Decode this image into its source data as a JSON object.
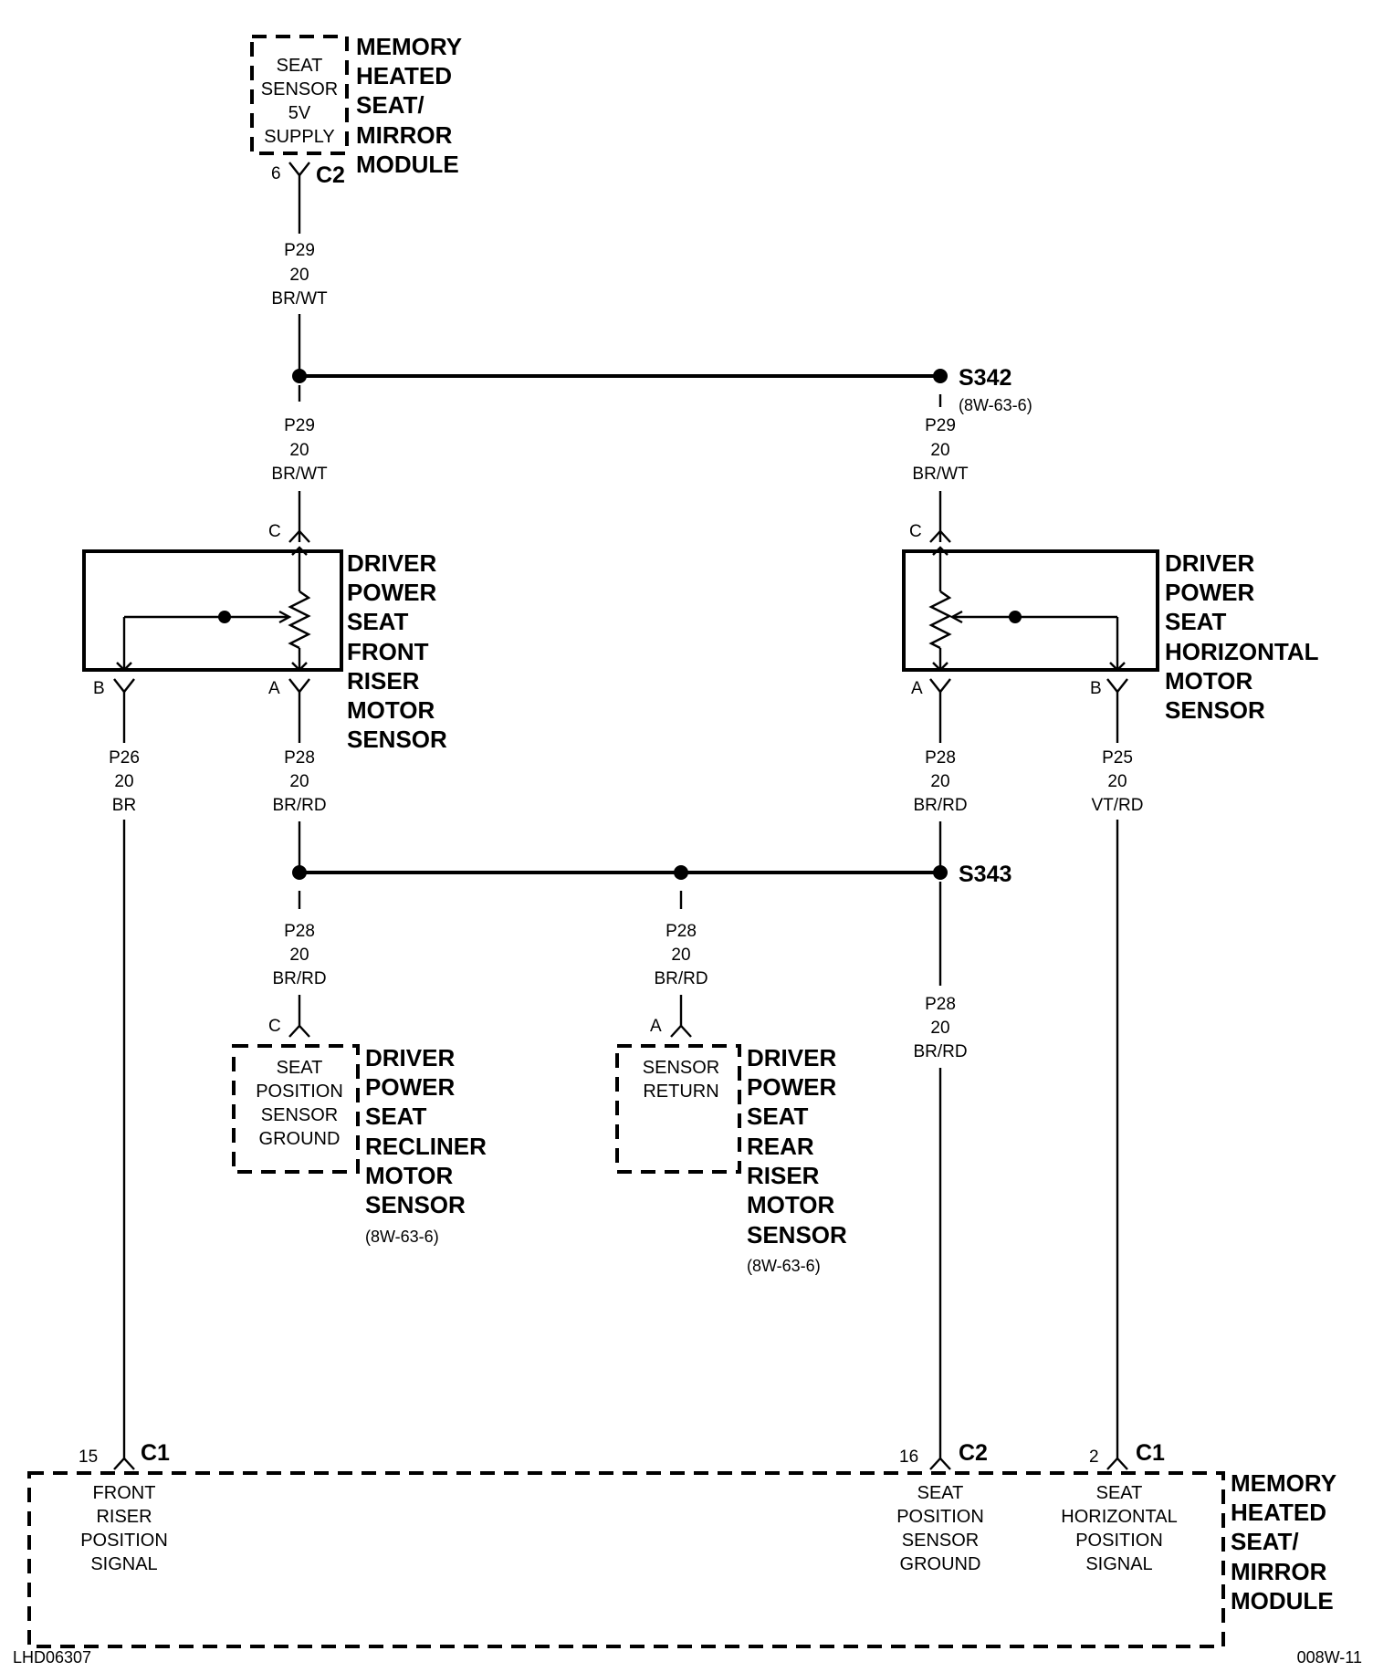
{
  "top_module": {
    "function_lines": [
      "SEAT",
      "SENSOR",
      "5V",
      "SUPPLY"
    ],
    "title_lines": [
      "MEMORY",
      "HEATED",
      "SEAT/",
      "MIRROR",
      "MODULE"
    ],
    "pin": "6",
    "connector": "C2"
  },
  "wires": {
    "p29_top": [
      "P29",
      "20",
      "BR/WT"
    ],
    "p29_left": [
      "P29",
      "20",
      "BR/WT"
    ],
    "p29_right": [
      "P29",
      "20",
      "BR/WT"
    ],
    "p26": [
      "P26",
      "20",
      "BR"
    ],
    "p28_front": [
      "P28",
      "20",
      "BR/RD"
    ],
    "p28_horiz": [
      "P28",
      "20",
      "BR/RD"
    ],
    "p25": [
      "P25",
      "20",
      "VT/RD"
    ],
    "p28_recliner": [
      "P28",
      "20",
      "BR/RD"
    ],
    "p28_rear": [
      "P28",
      "20",
      "BR/RD"
    ],
    "p28_ground": [
      "P28",
      "20",
      "BR/RD"
    ]
  },
  "splices": {
    "s342": {
      "label": "S342",
      "ref": "(8W-63-6)"
    },
    "s343": {
      "label": "S343"
    }
  },
  "front_riser_sensor": {
    "title_lines": [
      "DRIVER",
      "POWER",
      "SEAT",
      "FRONT",
      "RISER",
      "MOTOR",
      "SENSOR"
    ],
    "pin_c": "C",
    "pin_b": "B",
    "pin_a": "A"
  },
  "horizontal_sensor": {
    "title_lines": [
      "DRIVER",
      "POWER",
      "SEAT",
      "HORIZONTAL",
      "MOTOR",
      "SENSOR"
    ],
    "pin_c": "C",
    "pin_a": "A",
    "pin_b": "B"
  },
  "recliner_sensor": {
    "function_lines": [
      "SEAT",
      "POSITION",
      "SENSOR",
      "GROUND"
    ],
    "title_lines": [
      "DRIVER",
      "POWER",
      "SEAT",
      "RECLINER",
      "MOTOR",
      "SENSOR"
    ],
    "ref": "(8W-63-6)",
    "pin": "C"
  },
  "rear_riser_sensor": {
    "function_lines": [
      "SENSOR",
      "RETURN"
    ],
    "title_lines": [
      "DRIVER",
      "POWER",
      "SEAT",
      "REAR",
      "RISER",
      "MOTOR",
      "SENSOR"
    ],
    "ref": "(8W-63-6)",
    "pin": "A"
  },
  "bottom_module": {
    "title_lines": [
      "MEMORY",
      "HEATED",
      "SEAT/",
      "MIRROR",
      "MODULE"
    ],
    "front_riser": {
      "pin": "15",
      "connector": "C1",
      "lines": [
        "FRONT",
        "RISER",
        "POSITION",
        "SIGNAL"
      ]
    },
    "ground": {
      "pin": "16",
      "connector": "C2",
      "lines": [
        "SEAT",
        "POSITION",
        "SENSOR",
        "GROUND"
      ]
    },
    "horizontal": {
      "pin": "2",
      "connector": "C1",
      "lines": [
        "SEAT",
        "HORIZONTAL",
        "POSITION",
        "SIGNAL"
      ]
    }
  },
  "footer": {
    "left_code": "LHD06307",
    "right_code": "008W-11"
  }
}
